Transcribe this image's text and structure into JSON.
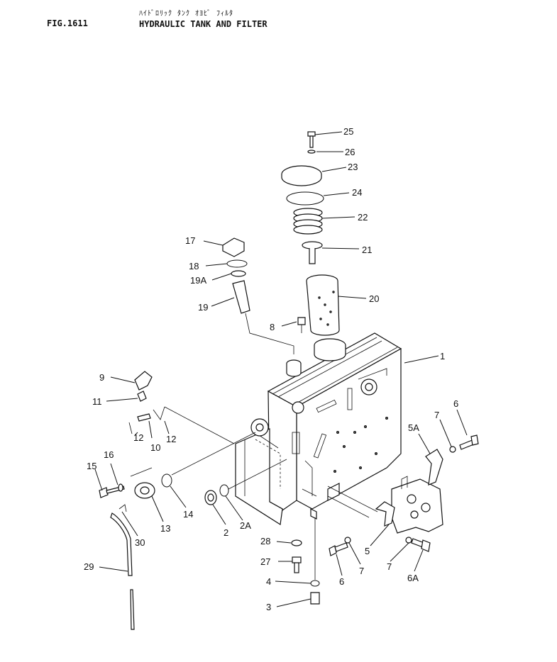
{
  "header": {
    "figure_number": "FIG.1611",
    "title_jp": "ﾊｲﾄﾞﾛﾘｯｸ ﾀﾝｸ ｵﾖﾋﾞ ﾌｨﾙﾀ",
    "title_en": "HYDRAULIC TANK AND FILTER"
  },
  "callouts": {
    "c1": "1",
    "c2": "2",
    "c2a": "2A",
    "c3": "3",
    "c4": "4",
    "c5": "5",
    "c5a": "5A",
    "c6": "6",
    "c6b": "6",
    "c6a": "6A",
    "c7": "7",
    "c7b": "7",
    "c7c": "7",
    "c8": "8",
    "c9": "9",
    "c10": "10",
    "c11": "11",
    "c12": "12",
    "c12b": "12",
    "c13": "13",
    "c14": "14",
    "c15": "15",
    "c16": "16",
    "c17": "17",
    "c18": "18",
    "c19": "19",
    "c19a": "19A",
    "c20": "20",
    "c21": "21",
    "c22": "22",
    "c23": "23",
    "c24": "24",
    "c25": "25",
    "c26": "26",
    "c27": "27",
    "c28": "28",
    "c29": "29",
    "c30": "30"
  }
}
